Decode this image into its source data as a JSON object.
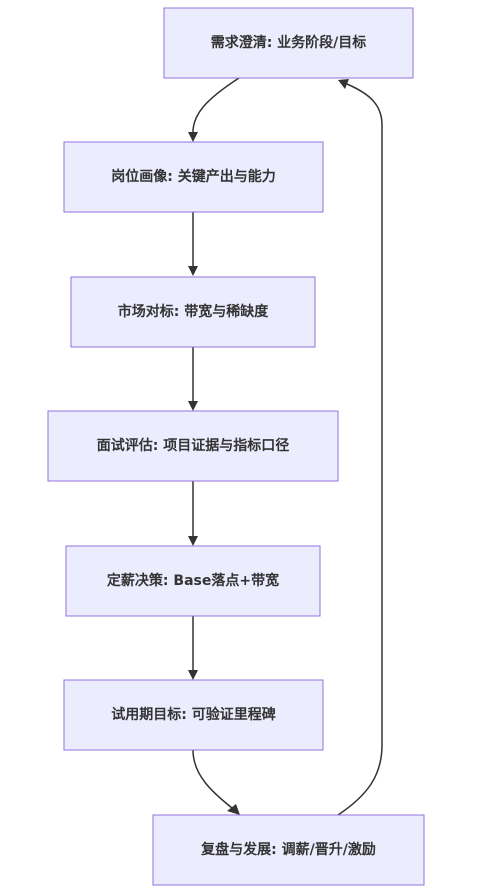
{
  "nodes": [
    {
      "id": "clarify",
      "label": "需求澄清: 业务阶段/目标"
    },
    {
      "id": "profile",
      "label": "岗位画像: 关键产出与能力"
    },
    {
      "id": "benchmark",
      "label": "市场对标: 带宽与稀缺度"
    },
    {
      "id": "interview",
      "label": "面试评估: 项目证据与指标口径"
    },
    {
      "id": "decide",
      "label": "定薪决策: Base落点+带宽"
    },
    {
      "id": "probation",
      "label": "试用期目标: 可验证里程碑"
    },
    {
      "id": "review",
      "label": "复盘与发展: 调薪/晋升/激励"
    }
  ],
  "edges": [
    {
      "from": "clarify",
      "to": "profile"
    },
    {
      "from": "profile",
      "to": "benchmark"
    },
    {
      "from": "benchmark",
      "to": "interview"
    },
    {
      "from": "interview",
      "to": "decide"
    },
    {
      "from": "decide",
      "to": "probation"
    },
    {
      "from": "probation",
      "to": "review"
    },
    {
      "from": "review",
      "to": "clarify"
    }
  ]
}
